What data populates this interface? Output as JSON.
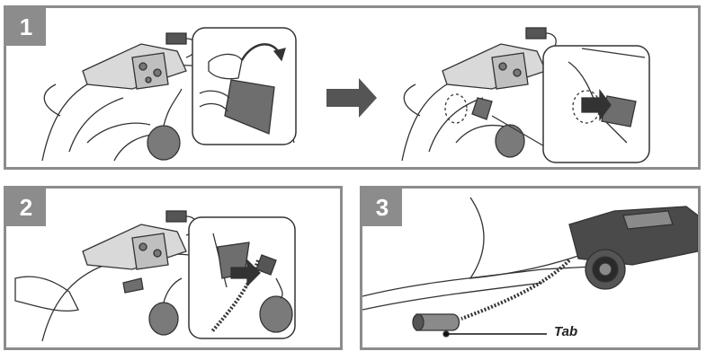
{
  "steps": [
    {
      "number": "1"
    },
    {
      "number": "2"
    },
    {
      "number": "3"
    }
  ],
  "labels": {
    "tab": "Tab"
  },
  "colors": {
    "panel_border": "#8c8c8c",
    "step_badge_bg": "#8c8c8c",
    "step_badge_text": "#ffffff",
    "arrow": "#555555",
    "line_art": "#333333",
    "pad_fill": "#6e6e6e"
  }
}
